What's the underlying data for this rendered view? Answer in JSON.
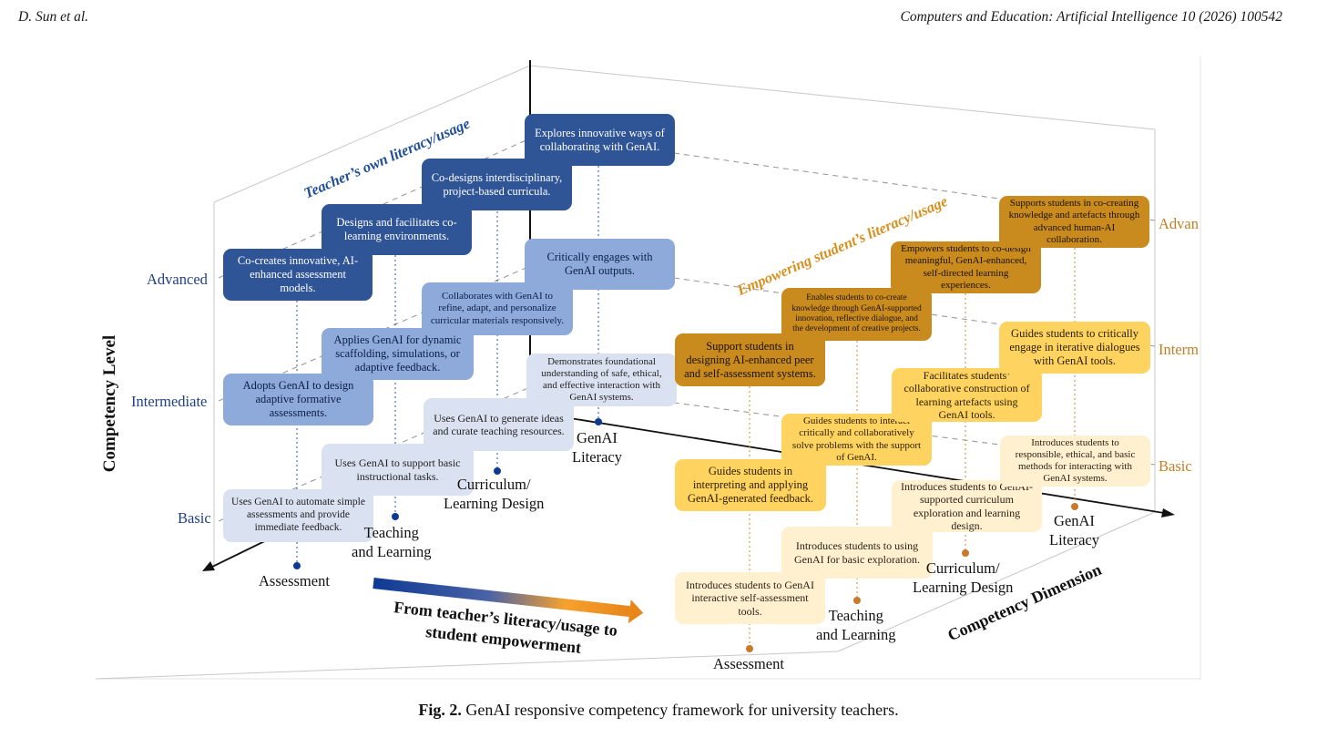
{
  "header": {
    "authors": "D. Sun et al.",
    "journal": "Computers and Education: Artificial Intelligence 10 (2026) 100542"
  },
  "figure": {
    "axis_titles": {
      "y": "Competency Level",
      "dimension": "Competency Dimension",
      "arrow": "From teacher’s literacy/usage to student empowerment",
      "arrow_line1": "From teacher’s literacy/usage to",
      "arrow_line2": "student empowerment"
    },
    "plane_titles": {
      "teacher": "Teacher’s own literacy/usage",
      "student": "Empowering student’s literacy/usage"
    },
    "levels": {
      "advanced": "Advanced",
      "intermediate": "Intermediate",
      "basic": "Basic",
      "advanced_cut": "Advan",
      "intermediate_cut": "Interm"
    },
    "dimensions": {
      "assessment": "Assessment",
      "teaching_l1": "Teaching",
      "teaching_l2": "and Learning",
      "curriculum_l1": "Curriculum/",
      "curriculum_l2": "Learning Design",
      "literacy_l1": "GenAI",
      "literacy_l2": "Literacy"
    },
    "teacher_boxes": {
      "adv_assessment": "Co-creates innovative, AI-enhanced assessment models.",
      "adv_teaching": "Designs and facilitates co-learning environments.",
      "adv_curriculum": "Co-designs interdisciplinary, project-based curricula.",
      "adv_literacy": "Explores innovative ways of collaborating with GenAI.",
      "int_assessment": "Adopts GenAI to design adaptive formative assessments.",
      "int_teaching": "Applies GenAI for dynamic scaffolding, simulations, or adaptive feedback.",
      "int_curriculum": "Collaborates with GenAI to refine, adapt, and personalize curricular materials responsively.",
      "int_literacy": "Critically engages with GenAI outputs.",
      "bas_assessment": "Uses GenAI to automate simple assessments and provide immediate feedback.",
      "bas_teaching": "Uses GenAI to support basic instructional tasks.",
      "bas_curriculum": "Uses GenAI to generate ideas and curate teaching resources.",
      "bas_literacy": "Demonstrates foundational understanding of safe, ethical, and effective interaction with GenAI systems."
    },
    "student_boxes": {
      "adv_assessment": "Support students in designing AI-enhanced peer and self-assessment systems.",
      "adv_teaching": "Enables students to co-create knowledge through GenAI-supported innovation, reflective dialogue, and the development of creative projects.",
      "adv_curriculum": "Empowers students to co-design meaningful, GenAI-enhanced, self-directed learning experiences.",
      "adv_literacy": "Supports students in co-creating knowledge and artefacts through advanced human-AI collaboration.",
      "int_assessment": "Guides students in interpreting and applying GenAI-generated feedback.",
      "int_teaching": "Guides students to interact critically and collaboratively solve problems with the support of GenAI.",
      "int_curriculum": "Facilitates students’ collaborative construction of learning artefacts using GenAI tools.",
      "int_literacy": "Guides students to critically engage in iterative dialogues with GenAI tools.",
      "bas_assessment": "Introduces students to GenAI interactive self-assessment tools.",
      "bas_teaching": "Introduces students to using GenAI for basic exploration.",
      "bas_curriculum": "Introduces students to GenAI-supported curriculum exploration and learning design.",
      "bas_literacy": "Introduces students to responsible, ethical, and basic methods for interacting with GenAI systems."
    }
  },
  "caption": {
    "label": "Fig. 2.",
    "text": "GenAI responsive competency framework for university teachers."
  }
}
